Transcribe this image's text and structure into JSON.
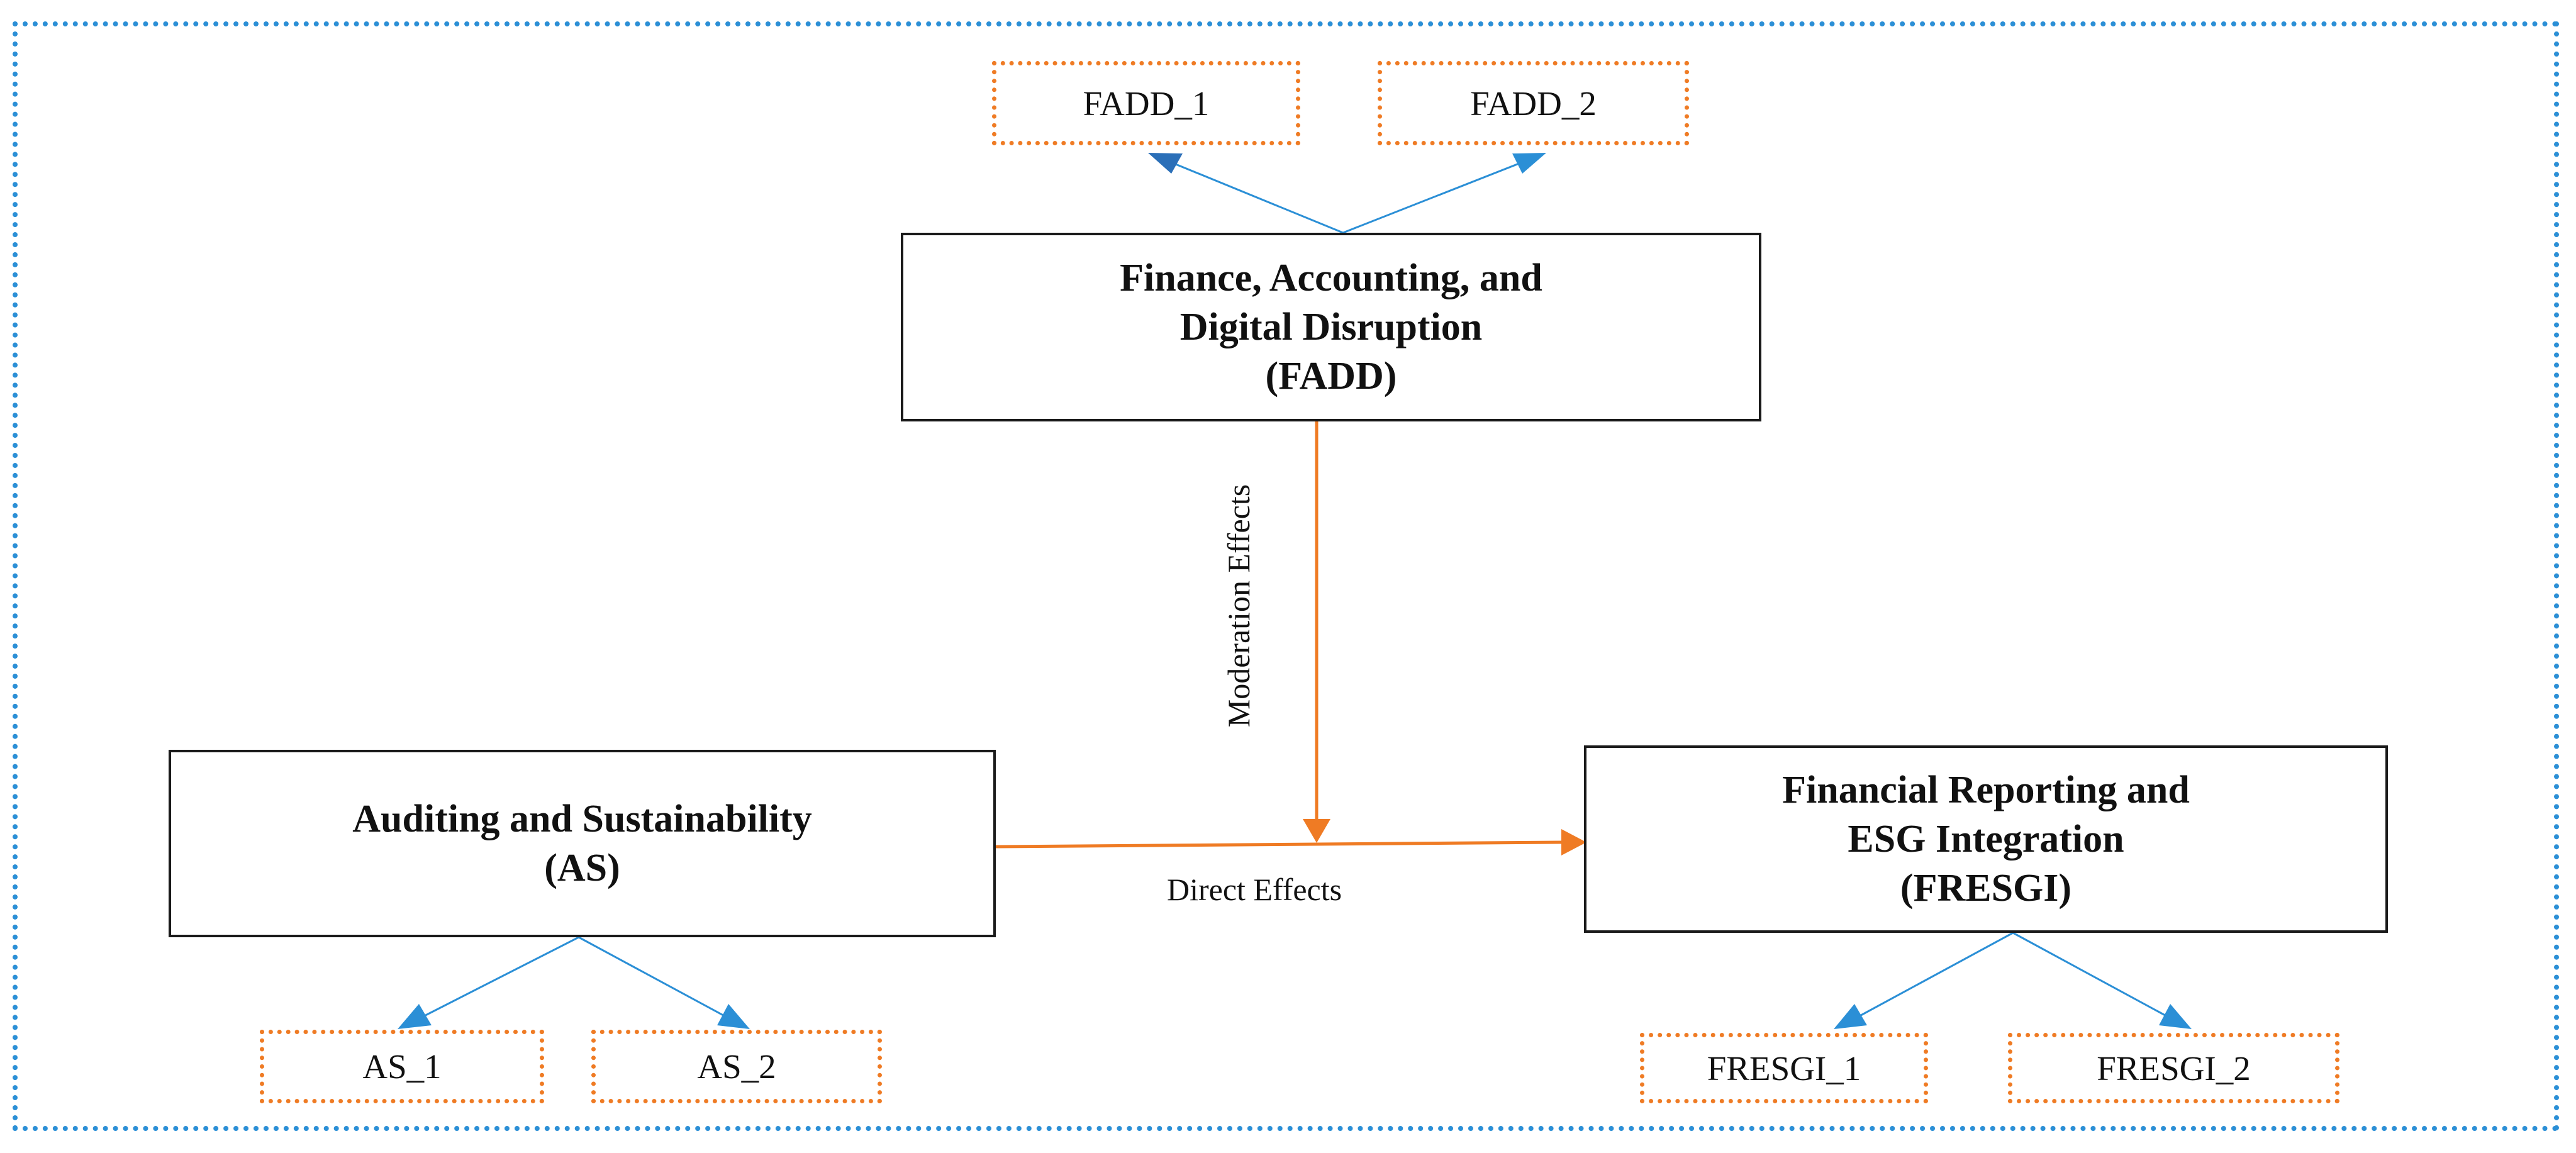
{
  "colors": {
    "frame_border": "#2b8fd6",
    "indicator_border": "#ef7b24",
    "structural_arrow": "#ef7b24",
    "measurement_arrow": "#2b8fd6"
  },
  "constructs": {
    "fadd": {
      "label": "Finance, Accounting, and\nDigital Disruption\n(FADD)"
    },
    "as": {
      "label": "Auditing and Sustainability\n(AS)"
    },
    "fresgi": {
      "label": "Financial Reporting and\nESG Integration\n(FRESGI)"
    }
  },
  "indicators": {
    "fadd_1": "FADD_1",
    "fadd_2": "FADD_2",
    "as_1": "AS_1",
    "as_2": "AS_2",
    "fresgi_1": "FRESGI_1",
    "fresgi_2": "FRESGI_2"
  },
  "edges": {
    "moderation": "Moderation Effects",
    "direct": "Direct Effects"
  }
}
